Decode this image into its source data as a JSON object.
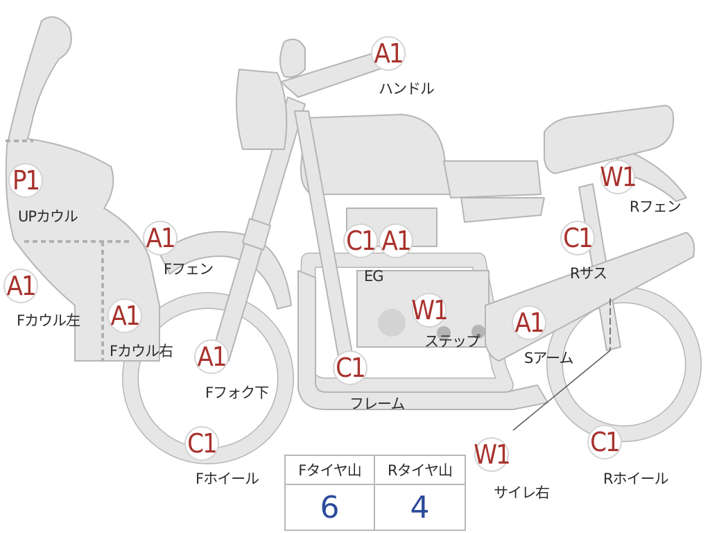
{
  "badges": {
    "upcowl": "P1",
    "handle": "A1",
    "rfender": "W1",
    "ffender": "A1",
    "engine_c": "C1",
    "engine_a": "A1",
    "rsus": "C1",
    "fcowl_left": "A1",
    "fcowl_right": "A1",
    "step": "W1",
    "swingarm": "A1",
    "ffork": "A1",
    "frame": "C1",
    "fwheel": "C1",
    "silencer": "W1",
    "rwheel": "C1"
  },
  "labels": {
    "upcowl": "UPカウル",
    "handle": "ハンドル",
    "rfender": "Rフェン",
    "ffender": "Fフェン",
    "engine": "EG",
    "rsus": "Rサス",
    "fcowl_left": "Fカウル左",
    "fcowl_right": "Fカウル右",
    "step": "ステップ",
    "swingarm": "Sアーム",
    "ffork": "Fフォク下",
    "frame": "フレーム",
    "fwheel": "Fホイール",
    "silencer": "サイレ右",
    "rwheel": "Rホイール"
  },
  "tire_table": {
    "front_header": "Fタイヤ山",
    "rear_header": "Rタイヤ山",
    "front_value": "6",
    "rear_value": "4"
  },
  "colors": {
    "part_fill": "#e6e6e6",
    "part_stroke": "#b5b5b5",
    "grade_text": "#a8322d",
    "tread_value": "#2b4a9a"
  }
}
